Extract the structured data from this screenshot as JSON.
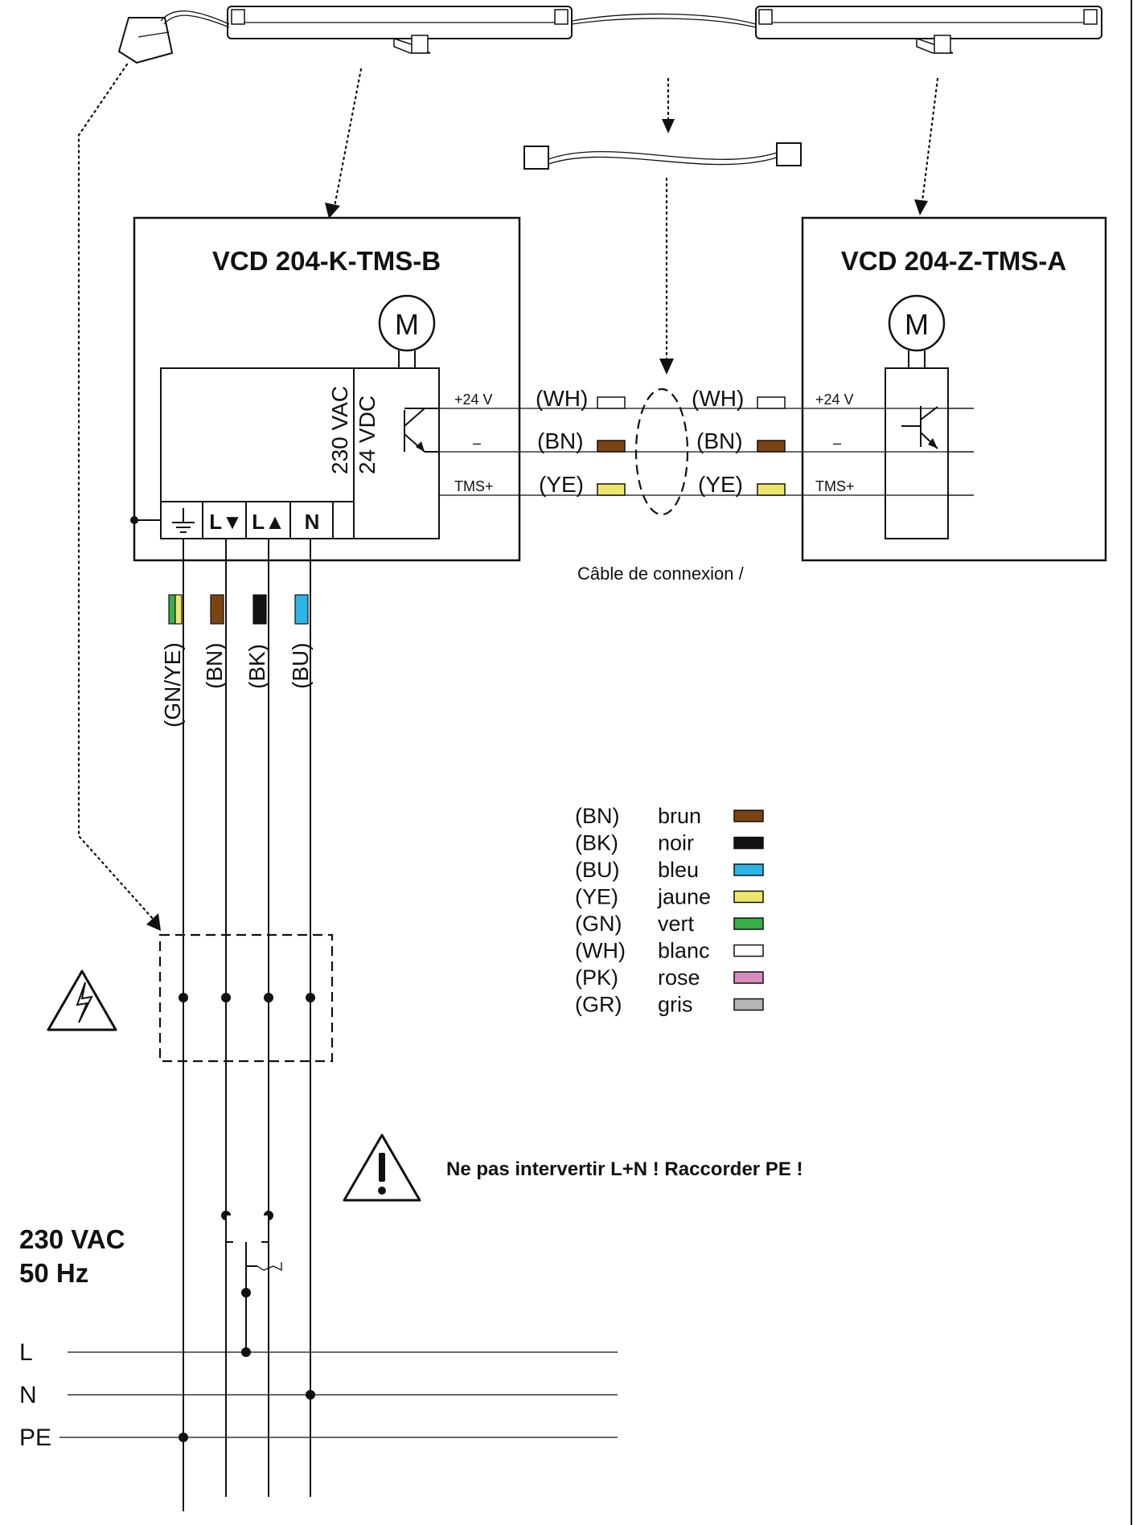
{
  "devices": {
    "left": {
      "title": "VCD 204-K-TMS-B",
      "supply_ac": "230 VAC",
      "supply_dc": "24 VDC"
    },
    "right": {
      "title": "VCD 204-Z-TMS-A"
    },
    "motor_symbol": "M"
  },
  "terminals": {
    "l_down": "L▼",
    "l_up": "L▲",
    "n": "N"
  },
  "bus": {
    "labels": [
      "+24 V",
      "–",
      "TMS+"
    ],
    "left_codes": [
      "(WH)",
      "(BN)",
      "(YE)"
    ],
    "right_codes": [
      "(WH)",
      "(BN)",
      "(YE)"
    ],
    "colors": [
      "#ffffff",
      "#7b4212",
      "#ece76c"
    ]
  },
  "cable_caption": "Câble de connexion /",
  "supply_wires": [
    {
      "code": "(GN/YE)",
      "colors": [
        "#3aae49",
        "#ece76c"
      ]
    },
    {
      "code": "(BN)",
      "colors": [
        "#7b4212"
      ]
    },
    {
      "code": "(BK)",
      "colors": [
        "#111111"
      ]
    },
    {
      "code": "(BU)",
      "colors": [
        "#29b5e8"
      ]
    }
  ],
  "legend": [
    {
      "code": "(BN)",
      "name": "brun",
      "color": "#7b4212"
    },
    {
      "code": "(BK)",
      "name": "noir",
      "color": "#111111"
    },
    {
      "code": "(BU)",
      "name": "bleu",
      "color": "#29b5e8"
    },
    {
      "code": "(YE)",
      "name": "jaune",
      "color": "#ece76c"
    },
    {
      "code": "(GN)",
      "name": "vert",
      "color": "#3aae49"
    },
    {
      "code": "(WH)",
      "name": "blanc",
      "color": "#ffffff"
    },
    {
      "code": "(PK)",
      "name": "rose",
      "color": "#d98bc0"
    },
    {
      "code": "(GR)",
      "name": "gris",
      "color": "#b4b4b4"
    }
  ],
  "warning": "Ne pas intervertir L+N ! Raccorder PE !",
  "mains": {
    "voltage": "230 VAC",
    "frequency": "50 Hz",
    "lines": [
      "L",
      "N",
      "PE"
    ]
  },
  "icons": [
    "electrical-hazard-icon",
    "warning-icon",
    "transistor-icon",
    "ground-icon",
    "motor-icon",
    "switch-icon"
  ]
}
